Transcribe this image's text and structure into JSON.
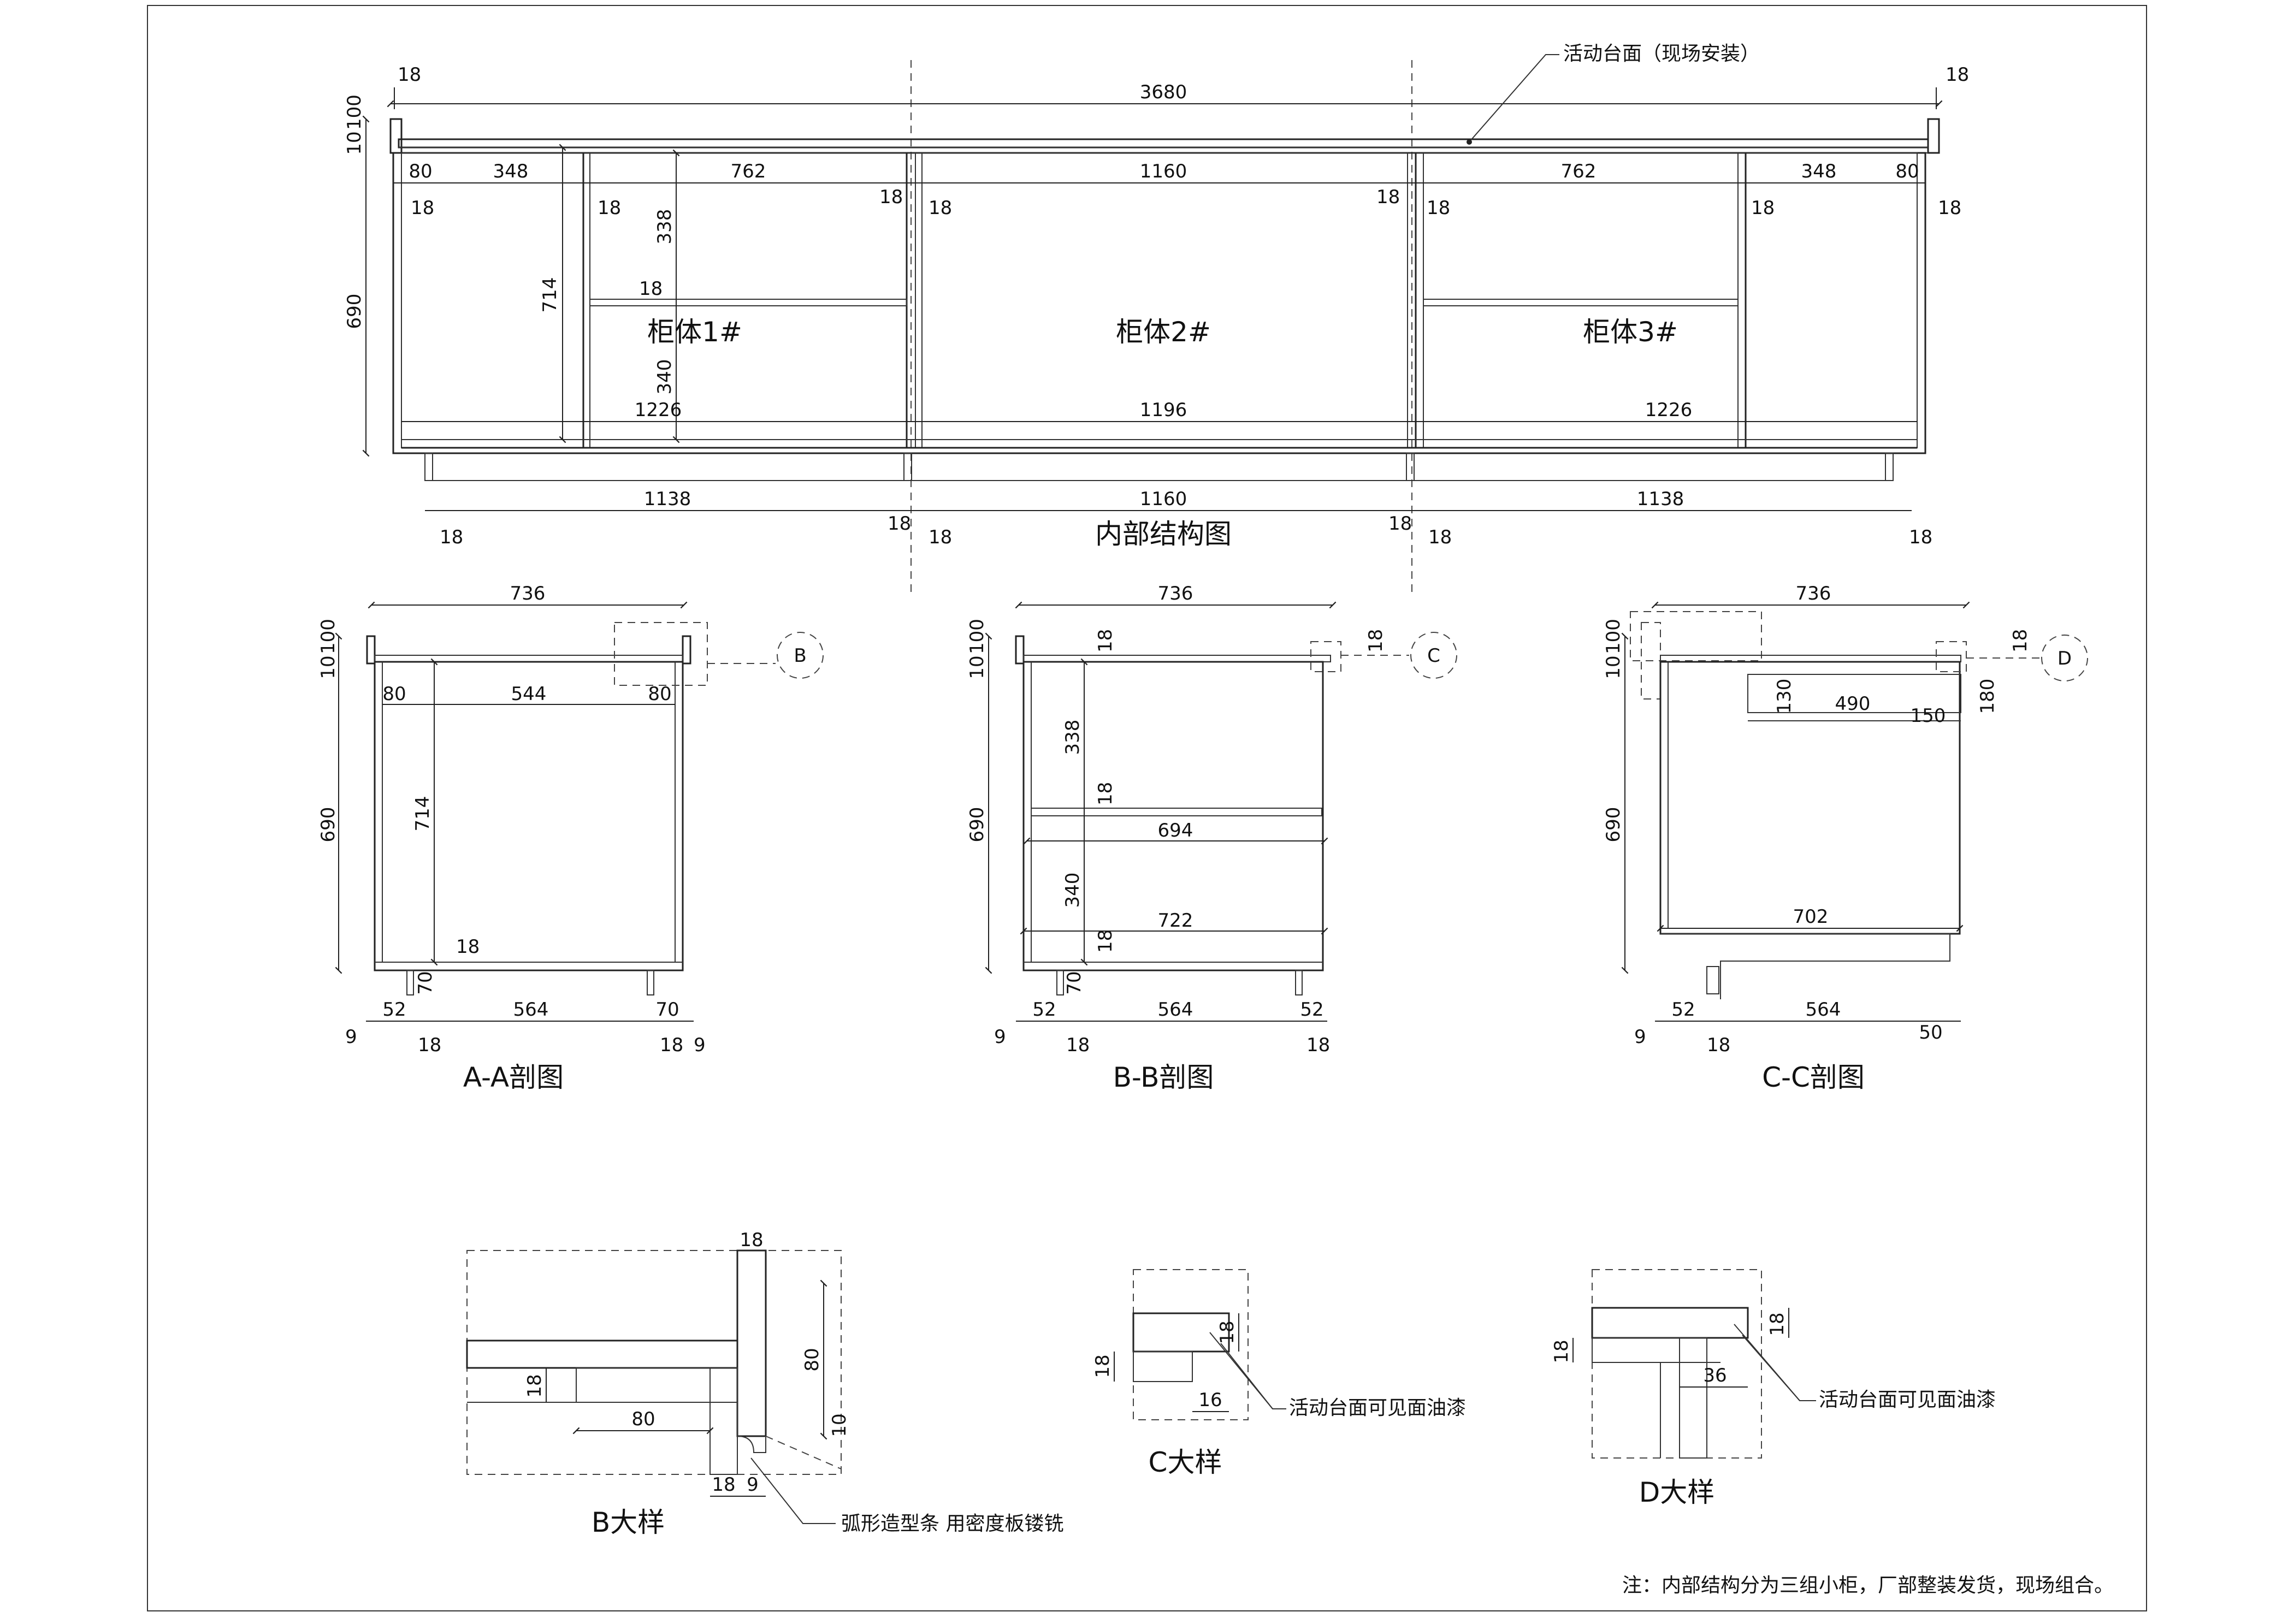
{
  "annotations": {
    "top": "活动台面（现场安装）",
    "paint1": "活动台面可见面油漆",
    "paint2": "活动台面可见面油漆",
    "arc": "弧形造型条 用密度板镂铣"
  },
  "labels": {
    "cab1": "柜体1#",
    "cab2": "柜体2#",
    "cab3": "柜体3#",
    "internal": "内部结构图",
    "aa": "A-A剖图",
    "bb": "B-B剖图",
    "cc": "C-C剖图",
    "bd": "B大样",
    "cd": "C大样",
    "dd": "D大样",
    "callB": "B",
    "callC": "C",
    "callD": "D"
  },
  "note": "注：内部结构分为三组小柜，厂部整装发货，现场组合。",
  "dims": {
    "internal": {
      "total": "3680",
      "t18a": "18",
      "t18b": "18",
      "h10": "10",
      "h100": "100",
      "h690": "690",
      "h714": "714",
      "h338": "338",
      "h340": "340",
      "h18": "18",
      "w80a": "80",
      "w348a": "348",
      "w762a": "762",
      "w1160": "1160",
      "w762b": "762",
      "w348b": "348",
      "w80b": "80",
      "s18_1": "18",
      "s18_2": "18",
      "s18_3": "18",
      "s18_4": "18",
      "s18_5": "18",
      "s18_6": "18",
      "s18_7": "18",
      "s18_8": "18",
      "w1226a": "1226",
      "w1196": "1196",
      "w1226b": "1226",
      "b1138a": "1138",
      "b1160": "1160",
      "b1138b": "1138",
      "b18_1": "18",
      "b18_2": "18",
      "b18_3": "18",
      "b18_4": "18",
      "b18_5": "18",
      "b18_6": "18"
    },
    "aa": {
      "w736": "736",
      "h10": "10",
      "h100": "100",
      "w80a": "80",
      "w544": "544",
      "w80b": "80",
      "h690": "690",
      "h714": "714",
      "t18": "18",
      "h70": "70",
      "b52": "52",
      "b564": "564",
      "b70": "70",
      "b9a": "9",
      "b18a": "18",
      "b18b": "18",
      "b9b": "9"
    },
    "bb": {
      "w736": "736",
      "h10": "10",
      "h100": "100",
      "t18": "18",
      "c18": "18",
      "h338": "338",
      "m18": "18",
      "w694": "694",
      "h690": "690",
      "h340": "340",
      "b18c": "18",
      "w722": "722",
      "h70": "70",
      "b52a": "52",
      "b564": "564",
      "b52b": "52",
      "b9": "9",
      "b18a": "18",
      "b18b": "18"
    },
    "cc": {
      "w736": "736",
      "h10": "10",
      "h100": "100",
      "d18": "18",
      "h130": "130",
      "w490": "490",
      "w150": "150",
      "h180": "180",
      "h690": "690",
      "w702": "702",
      "b52": "52",
      "b564": "564",
      "b50": "50",
      "b9": "9",
      "b18": "18"
    },
    "bdet": {
      "t18": "18",
      "h80": "80",
      "h18": "18",
      "w80": "80",
      "h10": "10",
      "b18": "18",
      "b9": "9"
    },
    "cdet": {
      "h18a": "18",
      "h18b": "18",
      "w16": "16"
    },
    "ddet": {
      "h18a": "18",
      "h18b": "18",
      "w36": "36"
    }
  }
}
